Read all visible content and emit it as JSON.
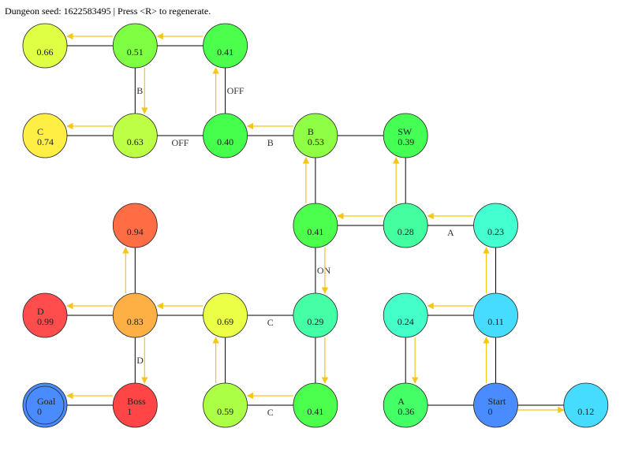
{
  "header": {
    "text": "Dungeon seed: 1622583495 | Press <R> to regenerate."
  },
  "colors": {
    "edge": "#000000",
    "arrow": "#f5c518",
    "node_stroke": "#222222",
    "label": "#333333"
  },
  "nodes": [
    {
      "id": "r0c0",
      "row": 0,
      "col": 0,
      "name": "",
      "value": "0.66",
      "color": "#dfff45"
    },
    {
      "id": "r0c1",
      "row": 0,
      "col": 1,
      "name": "",
      "value": "0.51",
      "color": "#7fff44"
    },
    {
      "id": "r0c2",
      "row": 0,
      "col": 2,
      "name": "",
      "value": "0.41",
      "color": "#4cff4c"
    },
    {
      "id": "r1c0",
      "row": 1,
      "col": 0,
      "name": "C",
      "value": "0.74",
      "color": "#ffef45"
    },
    {
      "id": "r1c1",
      "row": 1,
      "col": 1,
      "name": "",
      "value": "0.63",
      "color": "#bdff45"
    },
    {
      "id": "r1c2",
      "row": 1,
      "col": 2,
      "name": "",
      "value": "0.40",
      "color": "#46ff4c"
    },
    {
      "id": "r1c3",
      "row": 1,
      "col": 3,
      "name": "B",
      "value": "0.53",
      "color": "#8fff45"
    },
    {
      "id": "r1c4",
      "row": 1,
      "col": 4,
      "name": "SW",
      "value": "0.39",
      "color": "#46ff55"
    },
    {
      "id": "r2c1",
      "row": 2,
      "col": 1,
      "name": "",
      "value": "0.94",
      "color": "#ff6d45"
    },
    {
      "id": "r2c3",
      "row": 2,
      "col": 3,
      "name": "",
      "value": "0.41",
      "color": "#4cff4c"
    },
    {
      "id": "r2c4",
      "row": 2,
      "col": 4,
      "name": "",
      "value": "0.28",
      "color": "#44ffa0"
    },
    {
      "id": "r2c5",
      "row": 2,
      "col": 5,
      "name": "",
      "value": "0.23",
      "color": "#44ffd0"
    },
    {
      "id": "r3c0",
      "row": 3,
      "col": 0,
      "name": "D",
      "value": "0.99",
      "color": "#ff4c4c"
    },
    {
      "id": "r3c1",
      "row": 3,
      "col": 1,
      "name": "",
      "value": "0.83",
      "color": "#ffb045"
    },
    {
      "id": "r3c2",
      "row": 3,
      "col": 2,
      "name": "",
      "value": "0.69",
      "color": "#eaff45"
    },
    {
      "id": "r3c3",
      "row": 3,
      "col": 3,
      "name": "",
      "value": "0.29",
      "color": "#44ffa5"
    },
    {
      "id": "r3c4",
      "row": 3,
      "col": 4,
      "name": "",
      "value": "0.24",
      "color": "#44ffc8"
    },
    {
      "id": "r3c5",
      "row": 3,
      "col": 5,
      "name": "",
      "value": "0.11",
      "color": "#45dcff"
    },
    {
      "id": "r4c0",
      "row": 4,
      "col": 0,
      "name": "Goal",
      "value": "0",
      "color": "#4a8cff",
      "double": true
    },
    {
      "id": "r4c1",
      "row": 4,
      "col": 1,
      "name": "Boss",
      "value": "1",
      "color": "#ff4545"
    },
    {
      "id": "r4c2",
      "row": 4,
      "col": 2,
      "name": "",
      "value": "0.59",
      "color": "#abff45"
    },
    {
      "id": "r4c3",
      "row": 4,
      "col": 3,
      "name": "",
      "value": "0.41",
      "color": "#4cff4c"
    },
    {
      "id": "r4c4",
      "row": 4,
      "col": 4,
      "name": "A",
      "value": "0.36",
      "color": "#44ff66"
    },
    {
      "id": "r4c5",
      "row": 4,
      "col": 5,
      "name": "Start",
      "value": "0",
      "color": "#4a8cff"
    },
    {
      "id": "r4c6",
      "row": 4,
      "col": 6,
      "name": "",
      "value": "0.12",
      "color": "#45dcff"
    }
  ],
  "edges": [
    {
      "a": "r0c0",
      "b": "r0c1",
      "label": ""
    },
    {
      "a": "r0c1",
      "b": "r0c2",
      "label": ""
    },
    {
      "a": "r0c1",
      "b": "r1c1",
      "label": "B"
    },
    {
      "a": "r0c2",
      "b": "r1c2",
      "label": "OFF"
    },
    {
      "a": "r1c0",
      "b": "r1c1",
      "label": ""
    },
    {
      "a": "r1c1",
      "b": "r1c2",
      "label": "OFF"
    },
    {
      "a": "r1c2",
      "b": "r1c3",
      "label": "B"
    },
    {
      "a": "r1c3",
      "b": "r1c4",
      "label": ""
    },
    {
      "a": "r1c3",
      "b": "r2c3",
      "label": ""
    },
    {
      "a": "r1c4",
      "b": "r2c4",
      "label": ""
    },
    {
      "a": "r2c1",
      "b": "r3c1",
      "label": ""
    },
    {
      "a": "r2c3",
      "b": "r2c4",
      "label": ""
    },
    {
      "a": "r2c4",
      "b": "r2c5",
      "label": "A"
    },
    {
      "a": "r2c3",
      "b": "r3c3",
      "label": "ON"
    },
    {
      "a": "r2c5",
      "b": "r3c5",
      "label": ""
    },
    {
      "a": "r3c0",
      "b": "r3c1",
      "label": ""
    },
    {
      "a": "r3c1",
      "b": "r3c2",
      "label": ""
    },
    {
      "a": "r3c2",
      "b": "r3c3",
      "label": "C"
    },
    {
      "a": "r3c4",
      "b": "r3c5",
      "label": ""
    },
    {
      "a": "r3c1",
      "b": "r4c1",
      "label": "D"
    },
    {
      "a": "r3c2",
      "b": "r4c2",
      "label": ""
    },
    {
      "a": "r3c3",
      "b": "r4c3",
      "label": ""
    },
    {
      "a": "r3c4",
      "b": "r4c4",
      "label": ""
    },
    {
      "a": "r3c5",
      "b": "r4c5",
      "label": ""
    },
    {
      "a": "r4c0",
      "b": "r4c1",
      "label": ""
    },
    {
      "a": "r4c2",
      "b": "r4c3",
      "label": "C"
    },
    {
      "a": "r4c4",
      "b": "r4c5",
      "label": ""
    },
    {
      "a": "r4c5",
      "b": "r4c6",
      "label": ""
    }
  ],
  "path": [
    {
      "from": "r4c5",
      "to": "r4c6"
    },
    {
      "from": "r4c5",
      "to": "r3c5"
    },
    {
      "from": "r3c5",
      "to": "r2c5"
    },
    {
      "from": "r3c5",
      "to": "r3c4"
    },
    {
      "from": "r3c4",
      "to": "r4c4"
    },
    {
      "from": "r2c5",
      "to": "r2c4"
    },
    {
      "from": "r2c4",
      "to": "r1c4"
    },
    {
      "from": "r2c4",
      "to": "r2c3"
    },
    {
      "from": "r2c3",
      "to": "r1c3"
    },
    {
      "from": "r2c3",
      "to": "r3c3"
    },
    {
      "from": "r3c3",
      "to": "r4c3"
    },
    {
      "from": "r4c3",
      "to": "r4c2"
    },
    {
      "from": "r4c2",
      "to": "r3c2"
    },
    {
      "from": "r3c2",
      "to": "r3c1"
    },
    {
      "from": "r3c1",
      "to": "r2c1"
    },
    {
      "from": "r3c1",
      "to": "r3c0"
    },
    {
      "from": "r3c1",
      "to": "r4c1"
    },
    {
      "from": "r4c1",
      "to": "r4c0"
    },
    {
      "from": "r1c3",
      "to": "r1c2"
    },
    {
      "from": "r1c2",
      "to": "r0c2"
    },
    {
      "from": "r0c2",
      "to": "r0c1"
    },
    {
      "from": "r0c1",
      "to": "r0c0"
    },
    {
      "from": "r0c1",
      "to": "r1c1"
    },
    {
      "from": "r1c1",
      "to": "r1c0"
    }
  ]
}
